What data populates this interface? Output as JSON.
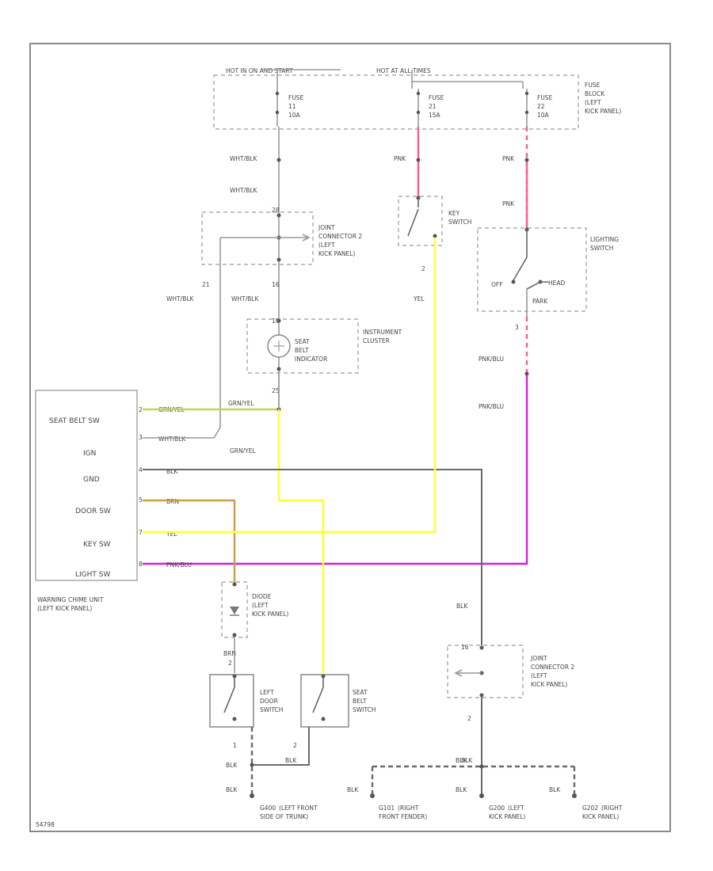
{
  "diagram": {
    "bus_labels": {
      "hot_run_start": "HOT IN ON AND START",
      "hot_all_times": "HOT AT ALL TIMES"
    },
    "fuse_block": {
      "label": [
        "FUSE",
        "BLOCK",
        "(LEFT",
        "KICK PANEL)"
      ]
    },
    "fuses": [
      {
        "name": "FUSE",
        "number": "11",
        "rating": "10A"
      },
      {
        "name": "FUSE",
        "number": "21",
        "rating": "15A"
      },
      {
        "name": "FUSE",
        "number": "22",
        "rating": "10A"
      }
    ],
    "wire_labels": {
      "wht_blk_1": "WHT/BLK",
      "wht_blk_2": "WHT/BLK",
      "pnk_1": "PNK",
      "pnk_2": "PNK",
      "pnk_3": "PNK",
      "pin_21": "21",
      "pin_16": "16",
      "wht_blk_3": "WHT/BLK",
      "wht_blk_4": "WHT/BLK",
      "pin_2_key": "2",
      "yel_key": "YEL",
      "pin_3_light": "3",
      "pnk_blu_1": "PNK/BLU",
      "pnk_blu_2": "PNK/BLU",
      "pin_25": "25",
      "grn_yel_1": "GRN/YEL",
      "grn_yel_2": "GRN/YEL",
      "blk_center": "BLK",
      "brn_1": "BRN",
      "pin_2_brn": "2",
      "pin_1_door": "1",
      "pin_2_belt": "2",
      "blk_door": "BLK",
      "blk_belt": "BLK",
      "pin_2_jc2": "2",
      "blk_jc2": "BLK"
    },
    "connector_pins": {
      "jc_top": "28",
      "jc_bottom": "",
      "inst_top": "10",
      "jc2_top": "16",
      "fuse_top_left": "",
      "fuse_mid": ""
    },
    "joint_connector_1": {
      "label": [
        "JOINT",
        "CONNECTOR 2",
        "(LEFT",
        "KICK PANEL)"
      ]
    },
    "key_switch": {
      "label": [
        "KEY",
        "SWITCH"
      ]
    },
    "lighting_switch": {
      "label": [
        "LIGHTING",
        "SWITCH"
      ],
      "positions": {
        "off": "OFF",
        "head": "HEAD",
        "park": "PARK"
      }
    },
    "instrument_cluster": {
      "label": [
        "INSTRUMENT",
        "CLUSTER"
      ]
    },
    "seat_belt_indicator": {
      "label": [
        "SEAT",
        "BELT",
        "INDICATOR"
      ]
    },
    "warning_chime_unit": {
      "label": [
        "WARNING CHIME UNIT",
        "(LEFT KICK PANEL)"
      ],
      "terminals": [
        {
          "pin": "2",
          "name": "SEAT BELT SW",
          "wire": "GRN/YEL"
        },
        {
          "pin": "3",
          "name": "IGN",
          "wire": "WHT/BLK"
        },
        {
          "pin": "4",
          "name": "GND",
          "wire": "BLK"
        },
        {
          "pin": "5",
          "name": "DOOR SW",
          "wire": "BRN"
        },
        {
          "pin": "7",
          "name": "KEY SW",
          "wire": "YEL"
        },
        {
          "pin": "8",
          "name": "LIGHT SW",
          "wire": "PNK/BLU"
        }
      ]
    },
    "diode": {
      "label": [
        "DIODE",
        "(LEFT",
        "KICK PANEL)"
      ]
    },
    "left_door_switch": {
      "label": [
        "LEFT",
        "DOOR",
        "SWITCH"
      ]
    },
    "seat_belt_switch": {
      "label": [
        "SEAT",
        "BELT",
        "SWITCH"
      ]
    },
    "joint_connector_2": {
      "label": [
        "JOINT",
        "CONNECTOR 2",
        "(LEFT",
        "KICK PANEL)"
      ]
    },
    "grounds": [
      {
        "wire": "BLK",
        "label": [
          "G400",
          "(LEFT FRONT",
          "SIDE OF TRUNK)"
        ]
      },
      {
        "wire": "BLK",
        "label": [
          "G101",
          "(RIGHT",
          "FRONT FENDER)"
        ]
      },
      {
        "wire": "BLK",
        "label": [
          "G200",
          "(LEFT",
          "KICK PANEL)"
        ]
      },
      {
        "wire": "BLK",
        "label": [
          "G202",
          "(RIGHT",
          "KICK PANEL)"
        ]
      }
    ],
    "ground_bus_label": "BLK",
    "footer_code": "54798"
  },
  "colors": {
    "pnk": "#ff5c8a",
    "pnk_blu": "#d61fd6",
    "yel": "#ffff33",
    "grn_yel": "#c8d44a",
    "brn": "#c9a04a",
    "blk": "#6a6a6a",
    "wht_blk": "#9a9a9a"
  }
}
